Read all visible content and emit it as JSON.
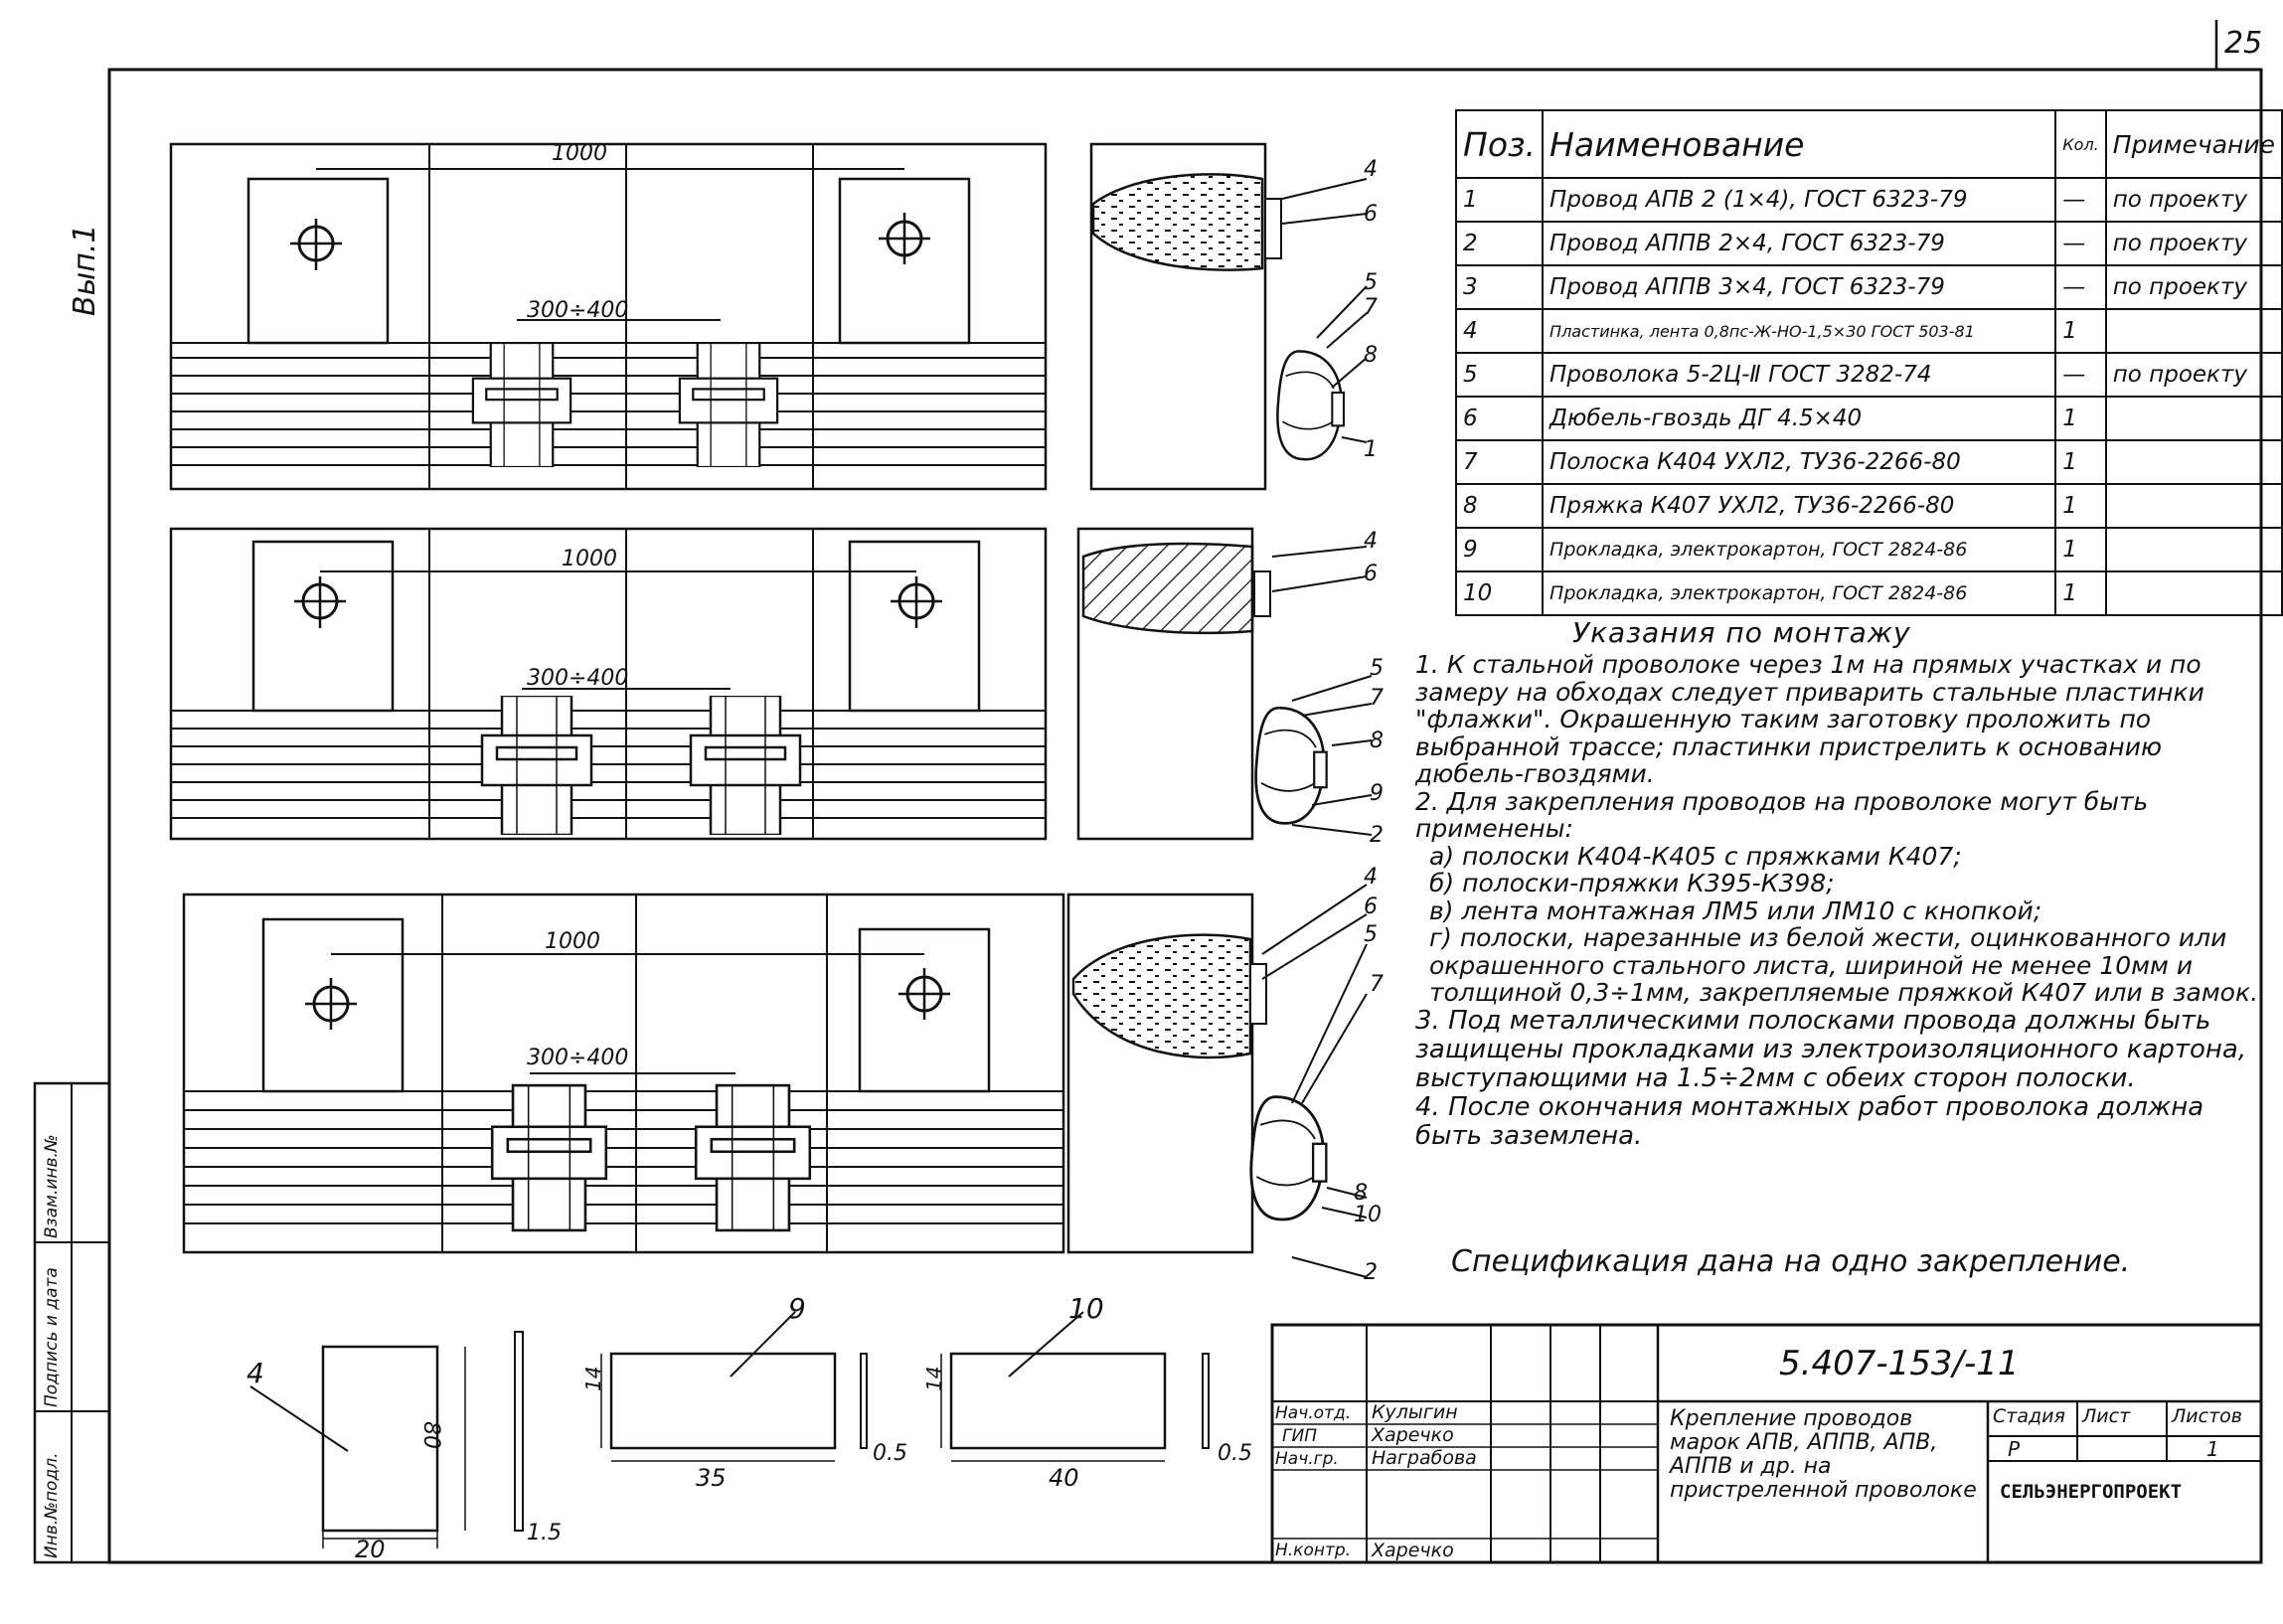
{
  "sheet": {
    "number": "25",
    "side_label": "Вып.1"
  },
  "drawing_labels": {
    "dim_1000": "1000",
    "dim_300_400": "300÷400",
    "pos_1": "1",
    "pos_2": "2",
    "pos_4": "4",
    "pos_5": "5",
    "pos_6": "6",
    "pos_7": "7",
    "pos_8": "8",
    "pos_9": "9",
    "pos_10": "10"
  },
  "details": {
    "dim_14": "14",
    "dim_20": "20",
    "dim_80": "80",
    "dim_1_5": "1.5",
    "dim_35": "35",
    "dim_40": "40",
    "dim_0_5": "0.5"
  },
  "spec_table": {
    "headers": [
      "Поз.",
      "Наименование",
      "Кол.",
      "Примечание"
    ],
    "rows": [
      {
        "pos": "1",
        "name": "Провод АПВ 2 (1×4), ГОСТ 6323-79",
        "qty": "—",
        "note": "по проекту"
      },
      {
        "pos": "2",
        "name": "Провод АППВ 2×4, ГОСТ 6323-79",
        "qty": "—",
        "note": "по проекту"
      },
      {
        "pos": "3",
        "name": "Провод АППВ 3×4, ГОСТ 6323-79",
        "qty": "—",
        "note": "по проекту"
      },
      {
        "pos": "4",
        "name": "Пластинка, лента 0,8пс-Ж-НО-1,5×30 ГОСТ 503-81",
        "qty": "1",
        "note": ""
      },
      {
        "pos": "5",
        "name": "Проволока 5-2Ц-Ⅱ ГОСТ 3282-74",
        "qty": "—",
        "note": "по проекту"
      },
      {
        "pos": "6",
        "name": "Дюбель-гвоздь ДГ 4.5×40",
        "qty": "1",
        "note": ""
      },
      {
        "pos": "7",
        "name": "Полоска К404 УХЛ2, ТУ36-2266-80",
        "qty": "1",
        "note": ""
      },
      {
        "pos": "8",
        "name": "Пряжка К407 УХЛ2, ТУ36-2266-80",
        "qty": "1",
        "note": ""
      },
      {
        "pos": "9",
        "name": "Прокладка, электрокартон, ГОСТ 2824-86",
        "qty": "1",
        "note": ""
      },
      {
        "pos": "10",
        "name": "Прокладка, электрокартон, ГОСТ 2824-86",
        "qty": "1",
        "note": ""
      }
    ]
  },
  "notes": {
    "title": "Указания по монтажу",
    "p1": "1. К стальной проволоке через 1м на прямых участках и по замеру на обходах следует приварить стальные пластинки \"флажки\". Окрашенную таким заготовку проложить по выбранной трассе; пластинки пристрелить к основанию дюбель-гвоздями.",
    "p2": "2. Для закрепления проводов на проволоке могут быть применены:",
    "p2a": "а) полоски К404-К405 с пряжками К407;",
    "p2b": "б) полоски-пряжки К395-К398;",
    "p2c": "в) лента монтажная ЛМ5 или ЛМ10 с кнопкой;",
    "p2d": "г) полоски, нарезанные из белой жести, оцинкованного или окрашенного стального листа, шириной не менее 10мм и толщиной 0,3÷1мм, закрепляемые пряжкой К407 или в замок.",
    "p3": "3. Под металлическими полосками провода должны быть защищены прокладками из электроизоляционного картона, выступающими на 1.5÷2мм с обеих сторон полоски.",
    "p4": "4. После окончания монтажных работ проволока должна быть заземлена.",
    "spec_note": "Спецификация дана на одно закрепление."
  },
  "title_block": {
    "doc_code": "5.407-153/-11",
    "title": "Крепление проводов марок АПВ, АППВ, АПВ, АППВ и др. на пристреленной проволоке",
    "roles": [
      {
        "role": "Нач.отд.",
        "name": "Кулыгин"
      },
      {
        "role": "ГИП",
        "name": "Харечко"
      },
      {
        "role": "Нач.гр.",
        "name": "Награбова"
      },
      {
        "role": "Н.контр.",
        "name": "Харечко"
      }
    ],
    "stage_label": "Стадия",
    "stage": "Р",
    "sheet_label": "Лист",
    "sheet": "",
    "sheets_label": "Листов",
    "sheets": "1",
    "org": "СЕЛЬЭНЕРГОПРОЕКТ"
  },
  "margin_stamp": {
    "inv_orig": "Инв.№подл.",
    "sign_date": "Подпись и дата",
    "replace_inv": "Взам.инв.№"
  }
}
